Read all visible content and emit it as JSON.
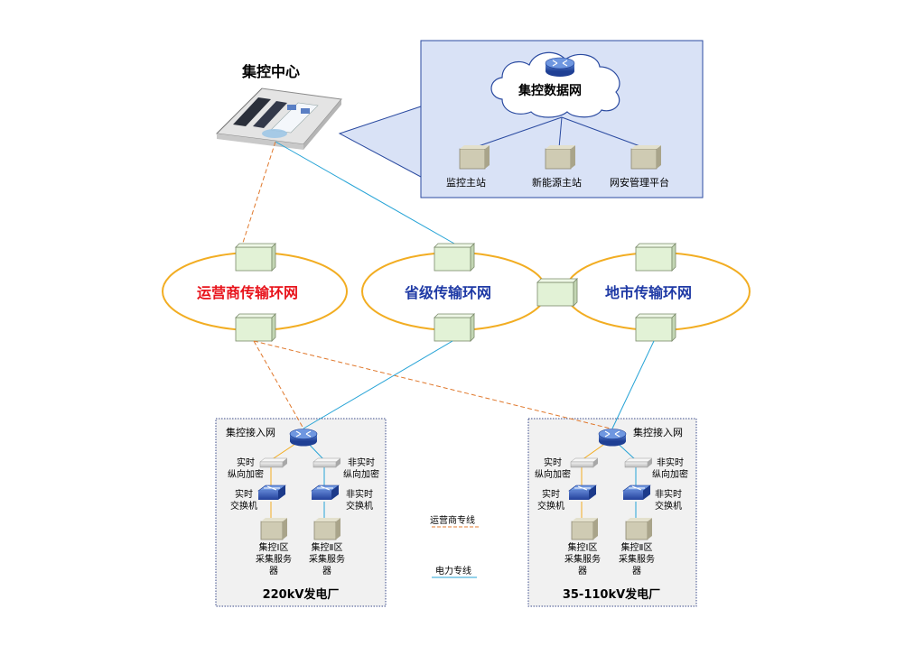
{
  "control_center": {
    "label": "集控中心"
  },
  "data_network": {
    "label": "集控数据网",
    "nodes": [
      "监控主站",
      "新能源主站",
      "网安管理平台"
    ]
  },
  "rings": [
    {
      "label": "运营商传输环网"
    },
    {
      "label": "省级传输环网"
    },
    {
      "label": "地市传输环网"
    }
  ],
  "plants": [
    {
      "name": "220kV发电厂",
      "access": "集控接入网",
      "left_enc": [
        "实时",
        "纵向加密"
      ],
      "right_enc": [
        "非实时",
        "纵向加密"
      ],
      "left_sw": [
        "实时",
        "交换机"
      ],
      "right_sw": [
        "非实时",
        "交换机"
      ],
      "left_srv": [
        "集控Ⅰ区",
        "采集服务",
        "器"
      ],
      "right_srv": [
        "集控Ⅱ区",
        "采集服务",
        "器"
      ]
    },
    {
      "name": "35-110kV发电厂",
      "access": "集控接入网",
      "left_enc": [
        "实时",
        "纵向加密"
      ],
      "right_enc": [
        "非实时",
        "纵向加密"
      ],
      "left_sw": [
        "实时",
        "交换机"
      ],
      "right_sw": [
        "非实时",
        "交换机"
      ],
      "left_srv": [
        "集控Ⅰ区",
        "采集服务",
        "器"
      ],
      "right_srv": [
        "集控Ⅱ区",
        "采集服务",
        "器"
      ]
    }
  ],
  "legend": {
    "carrier": "运营商专线",
    "power": "电力专线",
    "carrier_color": "#e0782c",
    "power_color": "#25a3d6"
  }
}
